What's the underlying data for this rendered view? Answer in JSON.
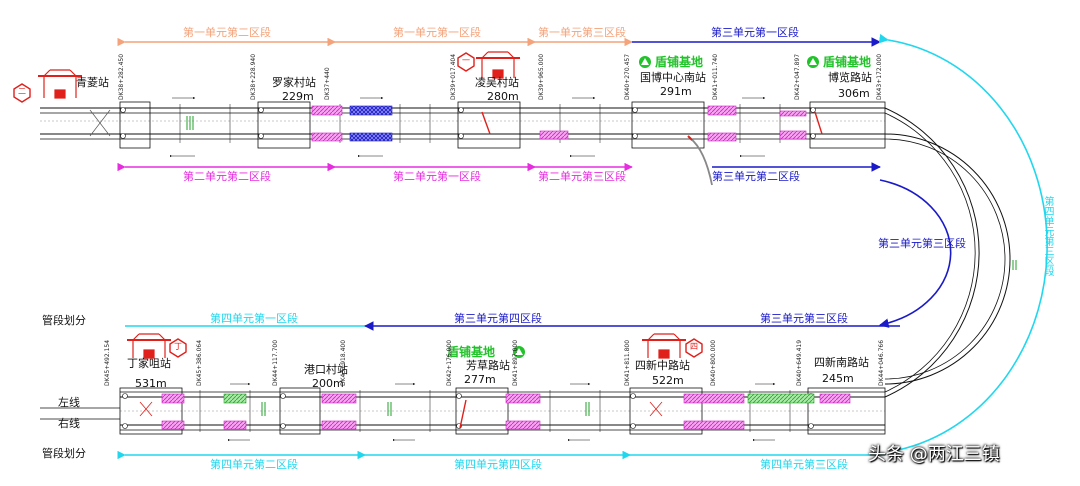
{
  "segments": {
    "u1_2": "第一单元第二区段",
    "u1_1": "第一单元第一区段",
    "u1_3": "第一单元第三区段",
    "u3_1": "第三单元第一区段",
    "u2_2": "第二单元第二区段",
    "u2_1": "第二单元第一区段",
    "u2_3": "第二单元第三区段",
    "u3_2": "第三单元第二区段",
    "u3_3": "第三单元第三区段",
    "u4_3a": "第四单元第三区段",
    "u4_1": "第四单元第一区段",
    "u3_4": "第三单元第四区段",
    "u3_3b": "第三单元第三区段",
    "u4_2": "第四单元第二区段",
    "u4_4": "第四单元第四区段",
    "u4_3b": "第四单元第三区段"
  },
  "stations": {
    "qingji": "青菱站",
    "luojia": "罗家村站",
    "lingwu": "凌吴村站",
    "guobo": "国博中心南站",
    "bolan": "博览路站",
    "dingjia": "丁家咀站",
    "gangkou": "港口村站",
    "fangcao": "芳草路站",
    "sixinzhong": "四新中路站",
    "sixinnan": "四新南路站"
  },
  "lengths": {
    "luojia": "229m",
    "lingwu": "280m",
    "guobo": "291m",
    "bolan": "306m",
    "dingjia": "531m",
    "gangkou": "200m",
    "fangcao": "277m",
    "sixinzhong": "522m",
    "sixinnan": "245m"
  },
  "bases": {
    "b1": "盾铺基地",
    "b2": "盾铺基地",
    "b3": "盾铺基地"
  },
  "side_labels": {
    "section_top": "管段划分",
    "left_line": "左线",
    "right_line": "右线",
    "section_bottom": "管段划分"
  },
  "badges": {
    "b_top_left": "二",
    "b_lingwu": "一",
    "b_dingjia": "丁",
    "b_sixin": "四"
  },
  "chainages": {
    "c1": "DK38+282.450",
    "c2": "DK38+228.940",
    "c3": "DK37+440",
    "c4": "DK39+017.404",
    "c5": "DK39+965.000",
    "c6": "DK40+270.457",
    "c7": "DK41+011.740",
    "c8": "DK42+047.897",
    "c9": "DK43+172.000",
    "c10": "DK45+492.154",
    "c11": "DK45+386.064",
    "c12": "DK44+117.700",
    "c13": "DK43+918.400",
    "c14": "DK42+176.000",
    "c15": "DK41+897.000",
    "c16": "DK41+811.800",
    "c17": "DK40+800.000",
    "c18": "DK40+649.419",
    "c19": "DK44+046.766"
  },
  "watermark": "头条 @两江三镇",
  "colors": {
    "unit1": "#f4a37a",
    "unit2": "#e62ee0",
    "unit3": "#1a1ac9",
    "unit4": "#21d7ee",
    "base_green": "#22c22a",
    "crane_red": "#e0201b",
    "magenta_block": "#e85ce0",
    "blue_block": "#2b2bd0",
    "green_block": "#5ed36a"
  }
}
